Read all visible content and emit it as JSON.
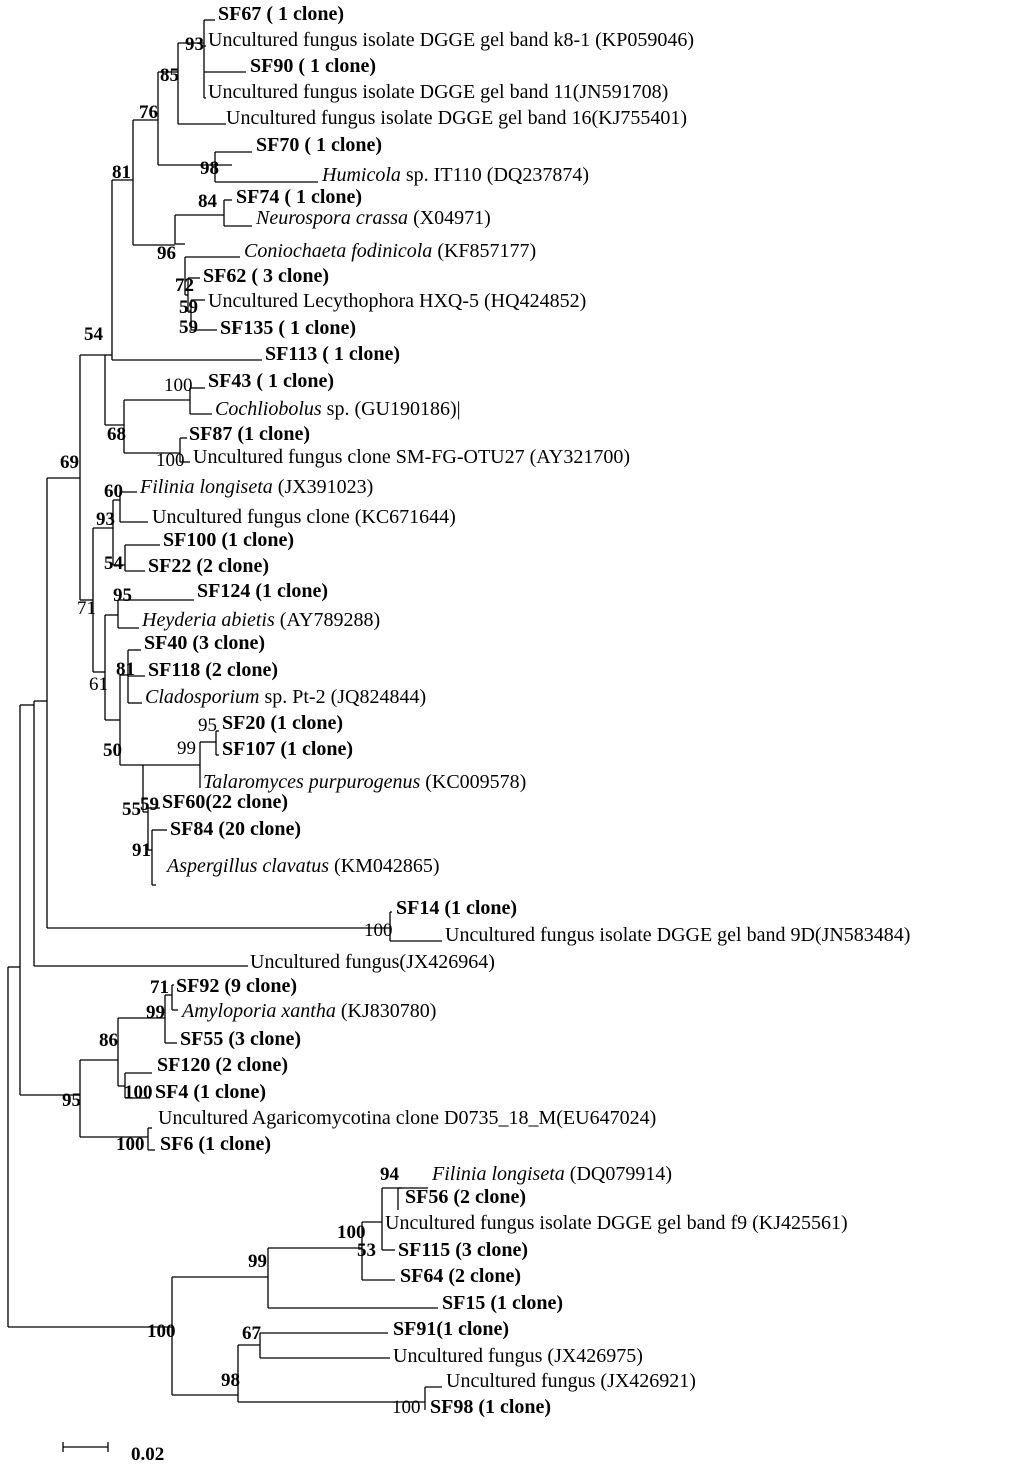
{
  "tips": [
    {
      "id": "sf67",
      "parts": [
        {
          "t": "SF67 ( 1 clone)",
          "s": "b"
        }
      ]
    },
    {
      "id": "k8-1",
      "parts": [
        {
          "t": "Uncultured fungus isolate DGGE gel band k8-1  (KP059046)"
        }
      ]
    },
    {
      "id": "sf90",
      "parts": [
        {
          "t": "SF90 ( 1 clone)",
          "s": "b"
        }
      ]
    },
    {
      "id": "band11",
      "parts": [
        {
          "t": "Uncultured fungus isolate DGGE gel band 11(JN591708)"
        }
      ]
    },
    {
      "id": "band16",
      "parts": [
        {
          "t": "Uncultured fungus isolate DGGE gel band 16(KJ755401)"
        }
      ]
    },
    {
      "id": "sf70",
      "parts": [
        {
          "t": "SF70 ( 1 clone)",
          "s": "b"
        }
      ]
    },
    {
      "id": "humicola",
      "parts": [
        {
          "t": "Humicola",
          "s": "i"
        },
        {
          "t": "  sp. IT110    (DQ237874)"
        }
      ]
    },
    {
      "id": "sf74",
      "parts": [
        {
          "t": "SF74 ( 1 clone)",
          "s": "b"
        }
      ]
    },
    {
      "id": "neurospora",
      "parts": [
        {
          "t": "Neurospora crassa",
          "s": "i"
        },
        {
          "t": "      (X04971)"
        }
      ]
    },
    {
      "id": "coniochaeta",
      "parts": [
        {
          "t": "Coniochaeta fodinicola",
          "s": "i"
        },
        {
          "t": "   (KF857177)"
        }
      ]
    },
    {
      "id": "sf62",
      "parts": [
        {
          "t": "SF62 ( 3 clone)",
          "s": "b"
        }
      ]
    },
    {
      "id": "lecytho",
      "parts": [
        {
          "t": "Uncultured Lecythophora HXQ-5  (HQ424852)"
        }
      ]
    },
    {
      "id": "sf135",
      "parts": [
        {
          "t": "SF135 ( 1 clone)",
          "s": "b"
        }
      ]
    },
    {
      "id": "sf113",
      "parts": [
        {
          "t": "SF113 ( 1 clone)",
          "s": "b"
        }
      ]
    },
    {
      "id": "sf43",
      "parts": [
        {
          "t": "SF43 ( 1 clone)",
          "s": "b"
        }
      ]
    },
    {
      "id": "cochliobolus",
      "parts": [
        {
          "t": "Cochliobolus",
          "s": "i"
        },
        {
          "t": "  sp.  (GU190186)|"
        }
      ]
    },
    {
      "id": "sf87",
      "parts": [
        {
          "t": "SF87 (1 clone)",
          "s": "b"
        }
      ]
    },
    {
      "id": "smfg",
      "parts": [
        {
          "t": "Uncultured fungus clone SM-FG-OTU27 (AY321700)"
        }
      ]
    },
    {
      "id": "filinia1",
      "parts": [
        {
          "t": "Filinia longiseta",
          "s": "i"
        },
        {
          "t": "     (JX391023)"
        }
      ]
    },
    {
      "id": "kc671644",
      "parts": [
        {
          "t": "Uncultured fungus clone (KC671644)"
        }
      ]
    },
    {
      "id": "sf100",
      "parts": [
        {
          "t": "SF100 (1 clone)",
          "s": "b"
        }
      ]
    },
    {
      "id": "sf22",
      "parts": [
        {
          "t": "SF22 (2 clone)",
          "s": "b"
        }
      ]
    },
    {
      "id": "sf124",
      "parts": [
        {
          "t": "SF124 (1 clone)",
          "s": "b"
        }
      ]
    },
    {
      "id": "heyderia",
      "parts": [
        {
          "t": "Heyderia abietis",
          "s": "i"
        },
        {
          "t": " (AY789288)"
        }
      ]
    },
    {
      "id": "sf40",
      "parts": [
        {
          "t": "SF40 (3 clone)",
          "s": "b"
        }
      ]
    },
    {
      "id": "sf118",
      "parts": [
        {
          "t": "SF118 (2 clone)",
          "s": "b"
        }
      ]
    },
    {
      "id": "cladosporium",
      "parts": [
        {
          "t": "Cladosporium",
          "s": "i"
        },
        {
          "t": "  sp. Pt-2  (JQ824844)"
        }
      ]
    },
    {
      "id": "sf20",
      "parts": [
        {
          "t": "SF20 (1 clone)",
          "s": "b"
        }
      ]
    },
    {
      "id": "sf107",
      "parts": [
        {
          "t": "SF107 (1 clone)",
          "s": "b"
        }
      ]
    },
    {
      "id": "talaromyces",
      "parts": [
        {
          "t": "Talaromyces purpurogenus",
          "s": "i"
        },
        {
          "t": "   (KC009578)"
        }
      ]
    },
    {
      "id": "sf60",
      "parts": [
        {
          "t": "SF60(22 clone)",
          "s": "b"
        }
      ]
    },
    {
      "id": "sf84",
      "parts": [
        {
          "t": "SF84 (20 clone)",
          "s": "b"
        }
      ]
    },
    {
      "id": "aspergillus",
      "parts": [
        {
          "t": "Aspergillus clavatus",
          "s": "i"
        },
        {
          "t": " (KM042865)"
        }
      ]
    },
    {
      "id": "sf14",
      "parts": [
        {
          "t": "SF14 (1 clone)",
          "s": "b"
        }
      ]
    },
    {
      "id": "band9d",
      "parts": [
        {
          "t": "Uncultured fungus isolate DGGE gel band 9D(JN583484)"
        }
      ]
    },
    {
      "id": "jx426964",
      "parts": [
        {
          "t": "Uncultured fungus(JX426964)"
        }
      ]
    },
    {
      "id": "sf92",
      "parts": [
        {
          "t": "SF92 (9 clone)",
          "s": "b"
        }
      ]
    },
    {
      "id": "amyloporia",
      "parts": [
        {
          "t": "Amyloporia xantha",
          "s": "i"
        },
        {
          "t": "    (KJ830780)"
        }
      ]
    },
    {
      "id": "sf55",
      "parts": [
        {
          "t": "SF55 (3 clone)",
          "s": "b"
        }
      ]
    },
    {
      "id": "sf120",
      "parts": [
        {
          "t": "SF120 (2 clone)",
          "s": "b"
        }
      ]
    },
    {
      "id": "sf4",
      "parts": [
        {
          "t": "SF4 (1 clone)",
          "s": "b"
        }
      ]
    },
    {
      "id": "agarico",
      "parts": [
        {
          "t": "Uncultured Agaricomycotina clone D0735_18_M(EU647024)"
        }
      ]
    },
    {
      "id": "sf6",
      "parts": [
        {
          "t": "SF6 (1 clone)",
          "s": "b"
        }
      ]
    },
    {
      "id": "filinia2",
      "parts": [
        {
          "t": "Filinia longiseta",
          "s": "i"
        },
        {
          "t": " (DQ079914)"
        }
      ]
    },
    {
      "id": "sf56",
      "parts": [
        {
          "t": "SF56 (2 clone)",
          "s": "b"
        }
      ]
    },
    {
      "id": "bandf9",
      "parts": [
        {
          "t": "Uncultured fungus isolate DGGE gel band f9  (KJ425561)"
        }
      ]
    },
    {
      "id": "sf115",
      "parts": [
        {
          "t": "SF115 (3 clone)",
          "s": "b"
        }
      ]
    },
    {
      "id": "sf64",
      "parts": [
        {
          "t": "SF64 (2 clone)",
          "s": "b"
        }
      ]
    },
    {
      "id": "sf15",
      "parts": [
        {
          "t": "SF15 (1 clone)",
          "s": "b"
        }
      ]
    },
    {
      "id": "sf91",
      "parts": [
        {
          "t": "SF91(1 clone)",
          "s": "b"
        }
      ]
    },
    {
      "id": "jx426975",
      "parts": [
        {
          "t": "Uncultured fungus   (JX426975)"
        }
      ]
    },
    {
      "id": "jx426921",
      "parts": [
        {
          "t": "Uncultured fungus   (JX426921)"
        }
      ]
    },
    {
      "id": "sf98",
      "parts": [
        {
          "t": "SF98 (1 clone)",
          "s": "b"
        }
      ]
    }
  ],
  "bootstrap": [
    {
      "id": "b93",
      "v": "93",
      "bold": true
    },
    {
      "id": "b85",
      "v": "85",
      "bold": true
    },
    {
      "id": "b76",
      "v": "76",
      "bold": true
    },
    {
      "id": "b98a",
      "v": "98",
      "bold": true
    },
    {
      "id": "b81a",
      "v": "81",
      "bold": true
    },
    {
      "id": "b84",
      "v": "84",
      "bold": true
    },
    {
      "id": "b96",
      "v": "96",
      "bold": true
    },
    {
      "id": "b72",
      "v": "72",
      "bold": true
    },
    {
      "id": "b59a",
      "v": "59",
      "bold": true
    },
    {
      "id": "b59b",
      "v": "59",
      "bold": true
    },
    {
      "id": "b54",
      "v": "54",
      "bold": true
    },
    {
      "id": "b100a",
      "v": "100",
      "bold": false
    },
    {
      "id": "b68",
      "v": "68",
      "bold": true
    },
    {
      "id": "b100b",
      "v": "100",
      "bold": false
    },
    {
      "id": "b69",
      "v": "69",
      "bold": true
    },
    {
      "id": "b60",
      "v": "60",
      "bold": true
    },
    {
      "id": "b93b",
      "v": "93",
      "bold": true
    },
    {
      "id": "b54b",
      "v": "54",
      "bold": true
    },
    {
      "id": "b95a",
      "v": "95",
      "bold": true
    },
    {
      "id": "b71a",
      "v": "71",
      "bold": false
    },
    {
      "id": "b81b",
      "v": "81",
      "bold": true
    },
    {
      "id": "b61",
      "v": "61",
      "bold": false
    },
    {
      "id": "b95b",
      "v": "95",
      "bold": false
    },
    {
      "id": "b99a",
      "v": "99",
      "bold": false
    },
    {
      "id": "b50",
      "v": "50",
      "bold": true
    },
    {
      "id": "b55",
      "v": "55",
      "bold": true
    },
    {
      "id": "b59c",
      "v": "59",
      "bold": true
    },
    {
      "id": "b91",
      "v": "91",
      "bold": true
    },
    {
      "id": "b100c",
      "v": "100",
      "bold": false
    },
    {
      "id": "b71b",
      "v": "71",
      "bold": true
    },
    {
      "id": "b99b",
      "v": "99",
      "bold": true
    },
    {
      "id": "b86",
      "v": "86",
      "bold": true
    },
    {
      "id": "b100d",
      "v": "100",
      "bold": true
    },
    {
      "id": "b95c",
      "v": "95",
      "bold": true
    },
    {
      "id": "b100e",
      "v": "100",
      "bold": true
    },
    {
      "id": "b94",
      "v": "94",
      "bold": true
    },
    {
      "id": "b100f",
      "v": "100",
      "bold": true
    },
    {
      "id": "b53",
      "v": "53",
      "bold": true
    },
    {
      "id": "b99c",
      "v": "99",
      "bold": true
    },
    {
      "id": "b100g",
      "v": "100",
      "bold": true
    },
    {
      "id": "b67",
      "v": "67",
      "bold": true
    },
    {
      "id": "b98b",
      "v": "98",
      "bold": true
    },
    {
      "id": "b100h",
      "v": "100",
      "bold": false
    }
  ],
  "scale_bar": {
    "label": "0.02"
  }
}
